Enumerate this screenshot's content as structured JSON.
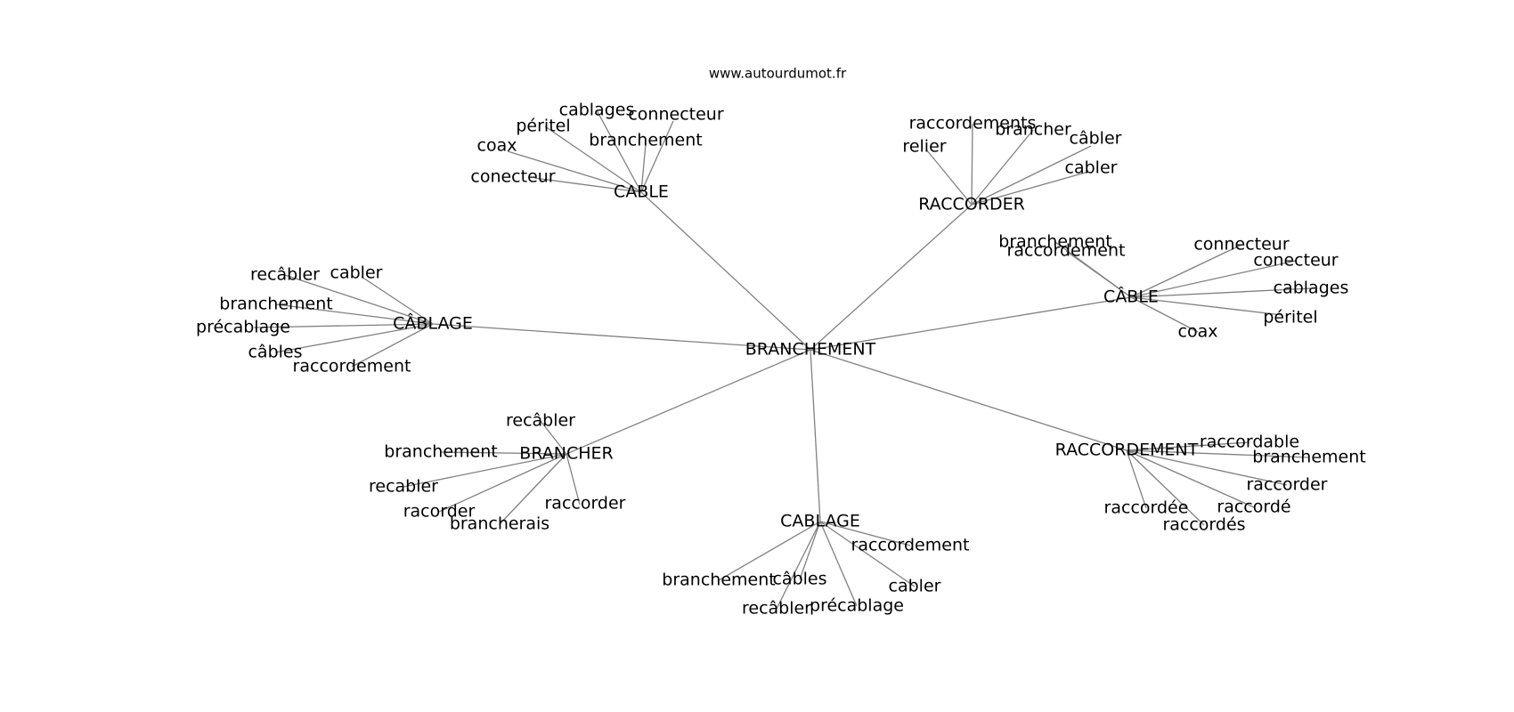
{
  "site": "www.autourdumot.fr",
  "colors": {
    "edge": "#808080",
    "text": "#000000",
    "background": "#ffffff"
  },
  "center": "BRANCHEMENT",
  "clusters": [
    {
      "hub": "CABLE",
      "leaves": [
        "cablages",
        "connecteur",
        "péritel",
        "branchement",
        "coax",
        "conecteur"
      ]
    },
    {
      "hub": "RACCORDER",
      "leaves": [
        "raccordements",
        "brancher",
        "câbler",
        "relier",
        "cabler"
      ]
    },
    {
      "hub": "CÂBLE",
      "leaves": [
        "branchement",
        "raccordement",
        "connecteur",
        "conecteur",
        "cablages",
        "péritel",
        "coax"
      ]
    },
    {
      "hub": "CÂBLAGE",
      "leaves": [
        "recâbler",
        "cabler",
        "branchement",
        "précablage",
        "câbles",
        "raccordement"
      ]
    },
    {
      "hub": "BRANCHER",
      "leaves": [
        "recâbler",
        "branchement",
        "recabler",
        "racorder",
        "brancherais",
        "raccorder"
      ]
    },
    {
      "hub": "RACCORDEMENT",
      "leaves": [
        "raccordable",
        "branchement",
        "raccorder",
        "raccordé",
        "raccordée",
        "raccordés"
      ]
    },
    {
      "hub": "CABLAGE",
      "leaves": [
        "raccordement",
        "branchement",
        "câbles",
        "cabler",
        "recâbler",
        "précablage"
      ]
    }
  ]
}
